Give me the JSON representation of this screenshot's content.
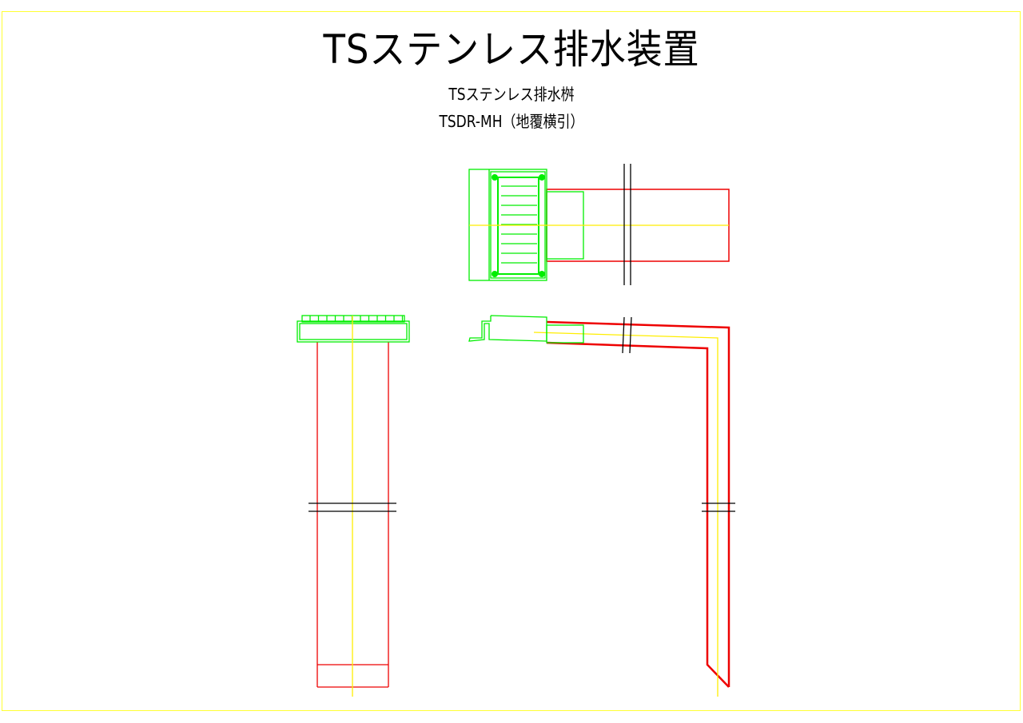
{
  "drawing": {
    "title": "TSステンレス排水装置",
    "subtitle": "TSステンレス排水桝",
    "model": "TSDR-MH（地覆横引）"
  },
  "colors": {
    "border": "#ffff33",
    "grate": "#00ee00",
    "pipe": "#ee0000",
    "centerline": "#ffee00",
    "break": "#000000"
  }
}
